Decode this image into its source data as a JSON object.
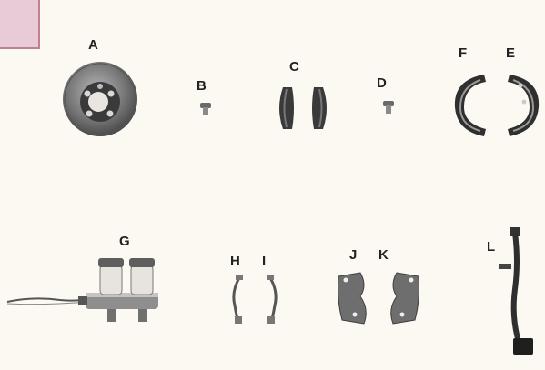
{
  "labels": {
    "a": "A",
    "b": "B",
    "c": "C",
    "d": "D",
    "e": "E",
    "f": "F",
    "g": "G",
    "h": "H",
    "i": "I",
    "j": "J",
    "k": "K",
    "l": "L"
  },
  "colors": {
    "background": "#fbf9f1",
    "tab_fill": "#e8cbd6",
    "tab_border": "#c0808f",
    "metal_dark": "#3d3d3d",
    "metal_mid": "#8a8a8a",
    "metal_light": "#d2d2d2"
  }
}
